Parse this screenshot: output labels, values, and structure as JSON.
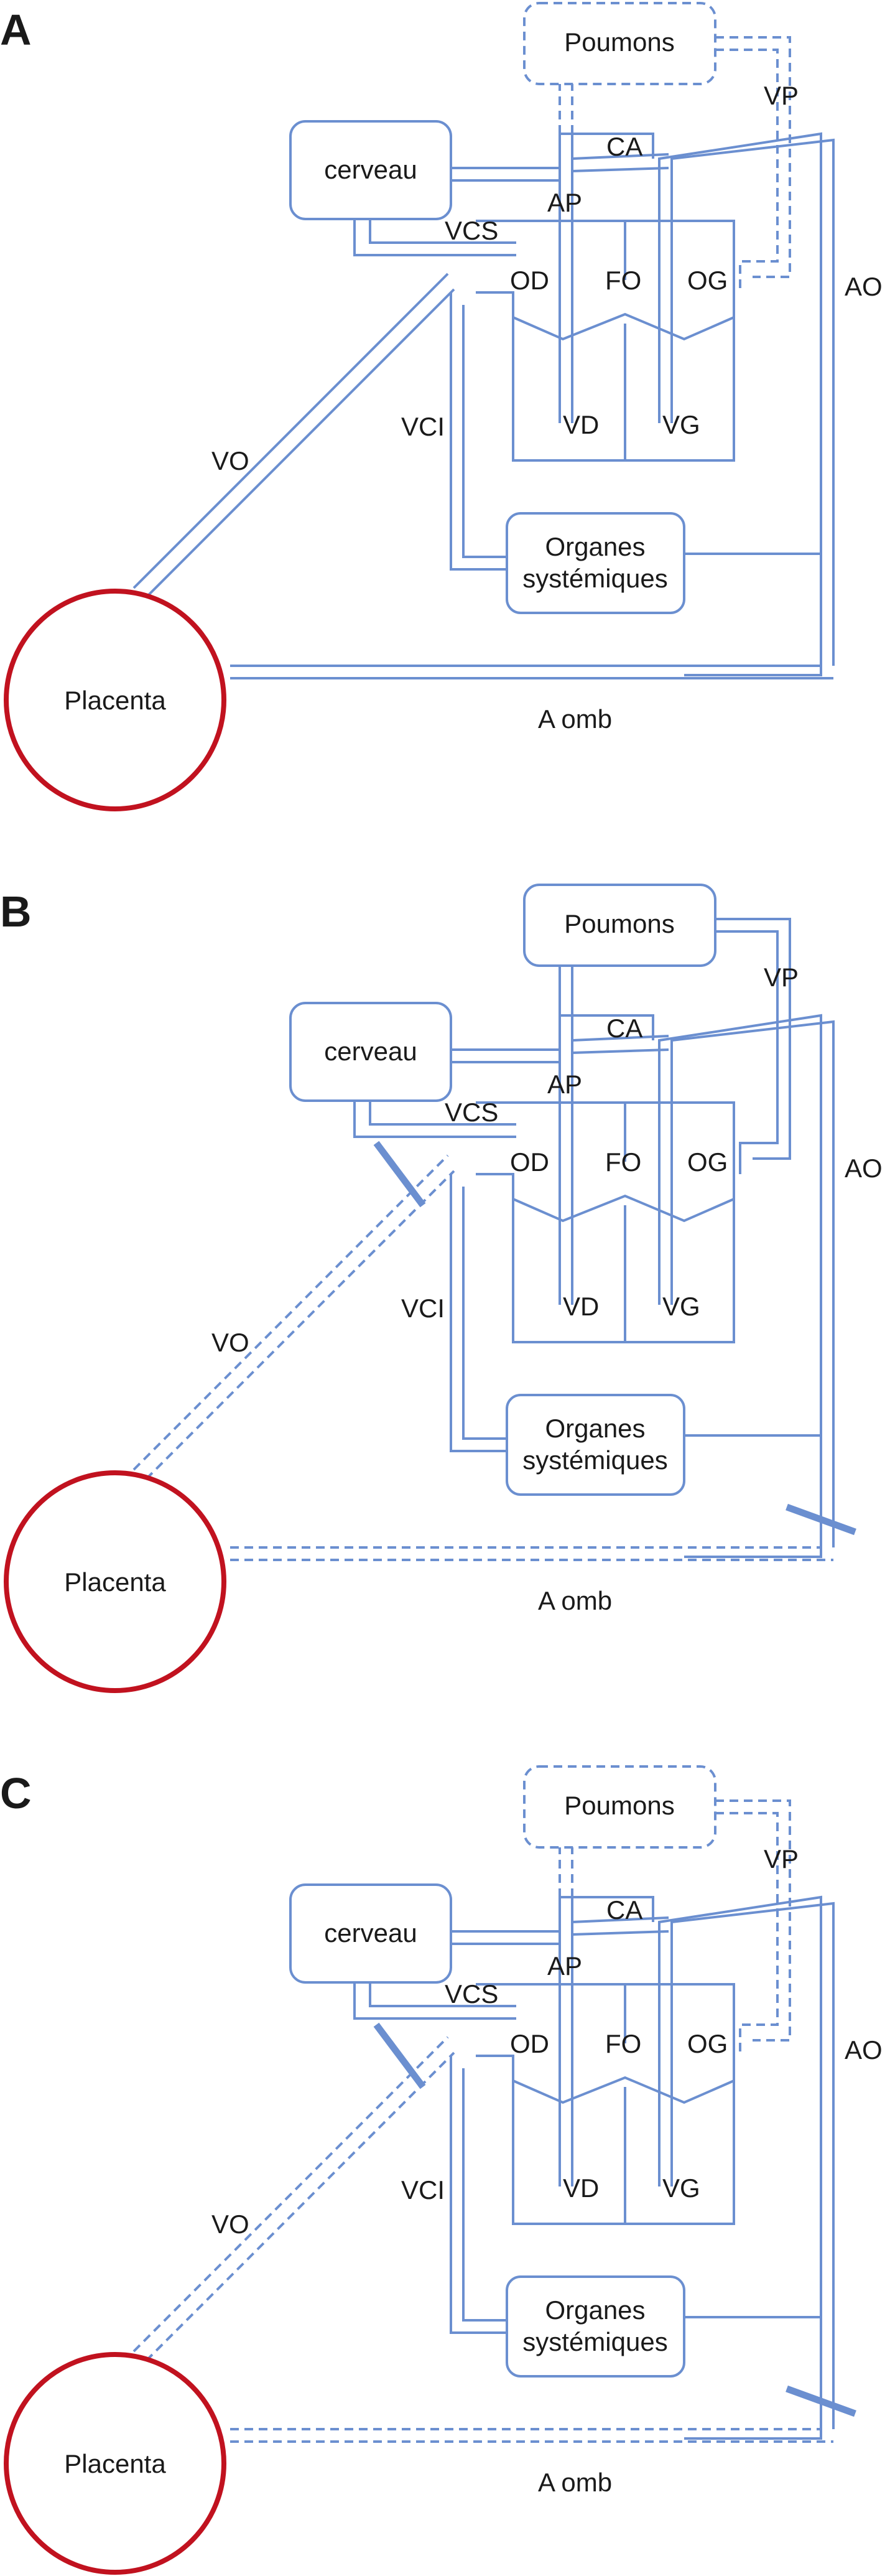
{
  "panels": [
    {
      "letter": "A",
      "lungs_dashed": true,
      "cord_dashed": false,
      "clamped": false,
      "labels": {
        "poumons": "Poumons",
        "cerveau": "cerveau",
        "placenta": "Placenta",
        "organes_1": "Organes",
        "organes_2": "systémiques",
        "vp": "VP",
        "ca": "CA",
        "ap": "AP",
        "vcs": "VCS",
        "od": "OD",
        "fo": "FO",
        "og": "OG",
        "ao": "AO",
        "vo": "VO",
        "vci": "VCI",
        "vd": "VD",
        "vg": "VG",
        "a_omb": "A omb"
      }
    },
    {
      "letter": "B",
      "lungs_dashed": false,
      "cord_dashed": true,
      "clamped": true,
      "labels": {
        "poumons": "Poumons",
        "cerveau": "cerveau",
        "placenta": "Placenta",
        "organes_1": "Organes",
        "organes_2": "systémiques",
        "vp": "VP",
        "ca": "CA",
        "ap": "AP",
        "vcs": "VCS",
        "od": "OD",
        "fo": "FO",
        "og": "OG",
        "ao": "AO",
        "vo": "VO",
        "vci": "VCI",
        "vd": "VD",
        "vg": "VG",
        "a_omb": "A omb"
      }
    },
    {
      "letter": "C",
      "lungs_dashed": true,
      "cord_dashed": true,
      "clamped": true,
      "labels": {
        "poumons": "Poumons",
        "cerveau": "cerveau",
        "placenta": "Placenta",
        "organes_1": "Organes",
        "organes_2": "systémiques",
        "vp": "VP",
        "ca": "CA",
        "ap": "AP",
        "vcs": "VCS",
        "od": "OD",
        "fo": "FO",
        "og": "OG",
        "ao": "AO",
        "vo": "VO",
        "vci": "VCI",
        "vd": "VD",
        "vg": "VG",
        "a_omb": "A omb"
      }
    }
  ],
  "colors": {
    "vessel": "#6b8fd0",
    "placenta": "#c1121f",
    "text": "#1a1a1a"
  }
}
